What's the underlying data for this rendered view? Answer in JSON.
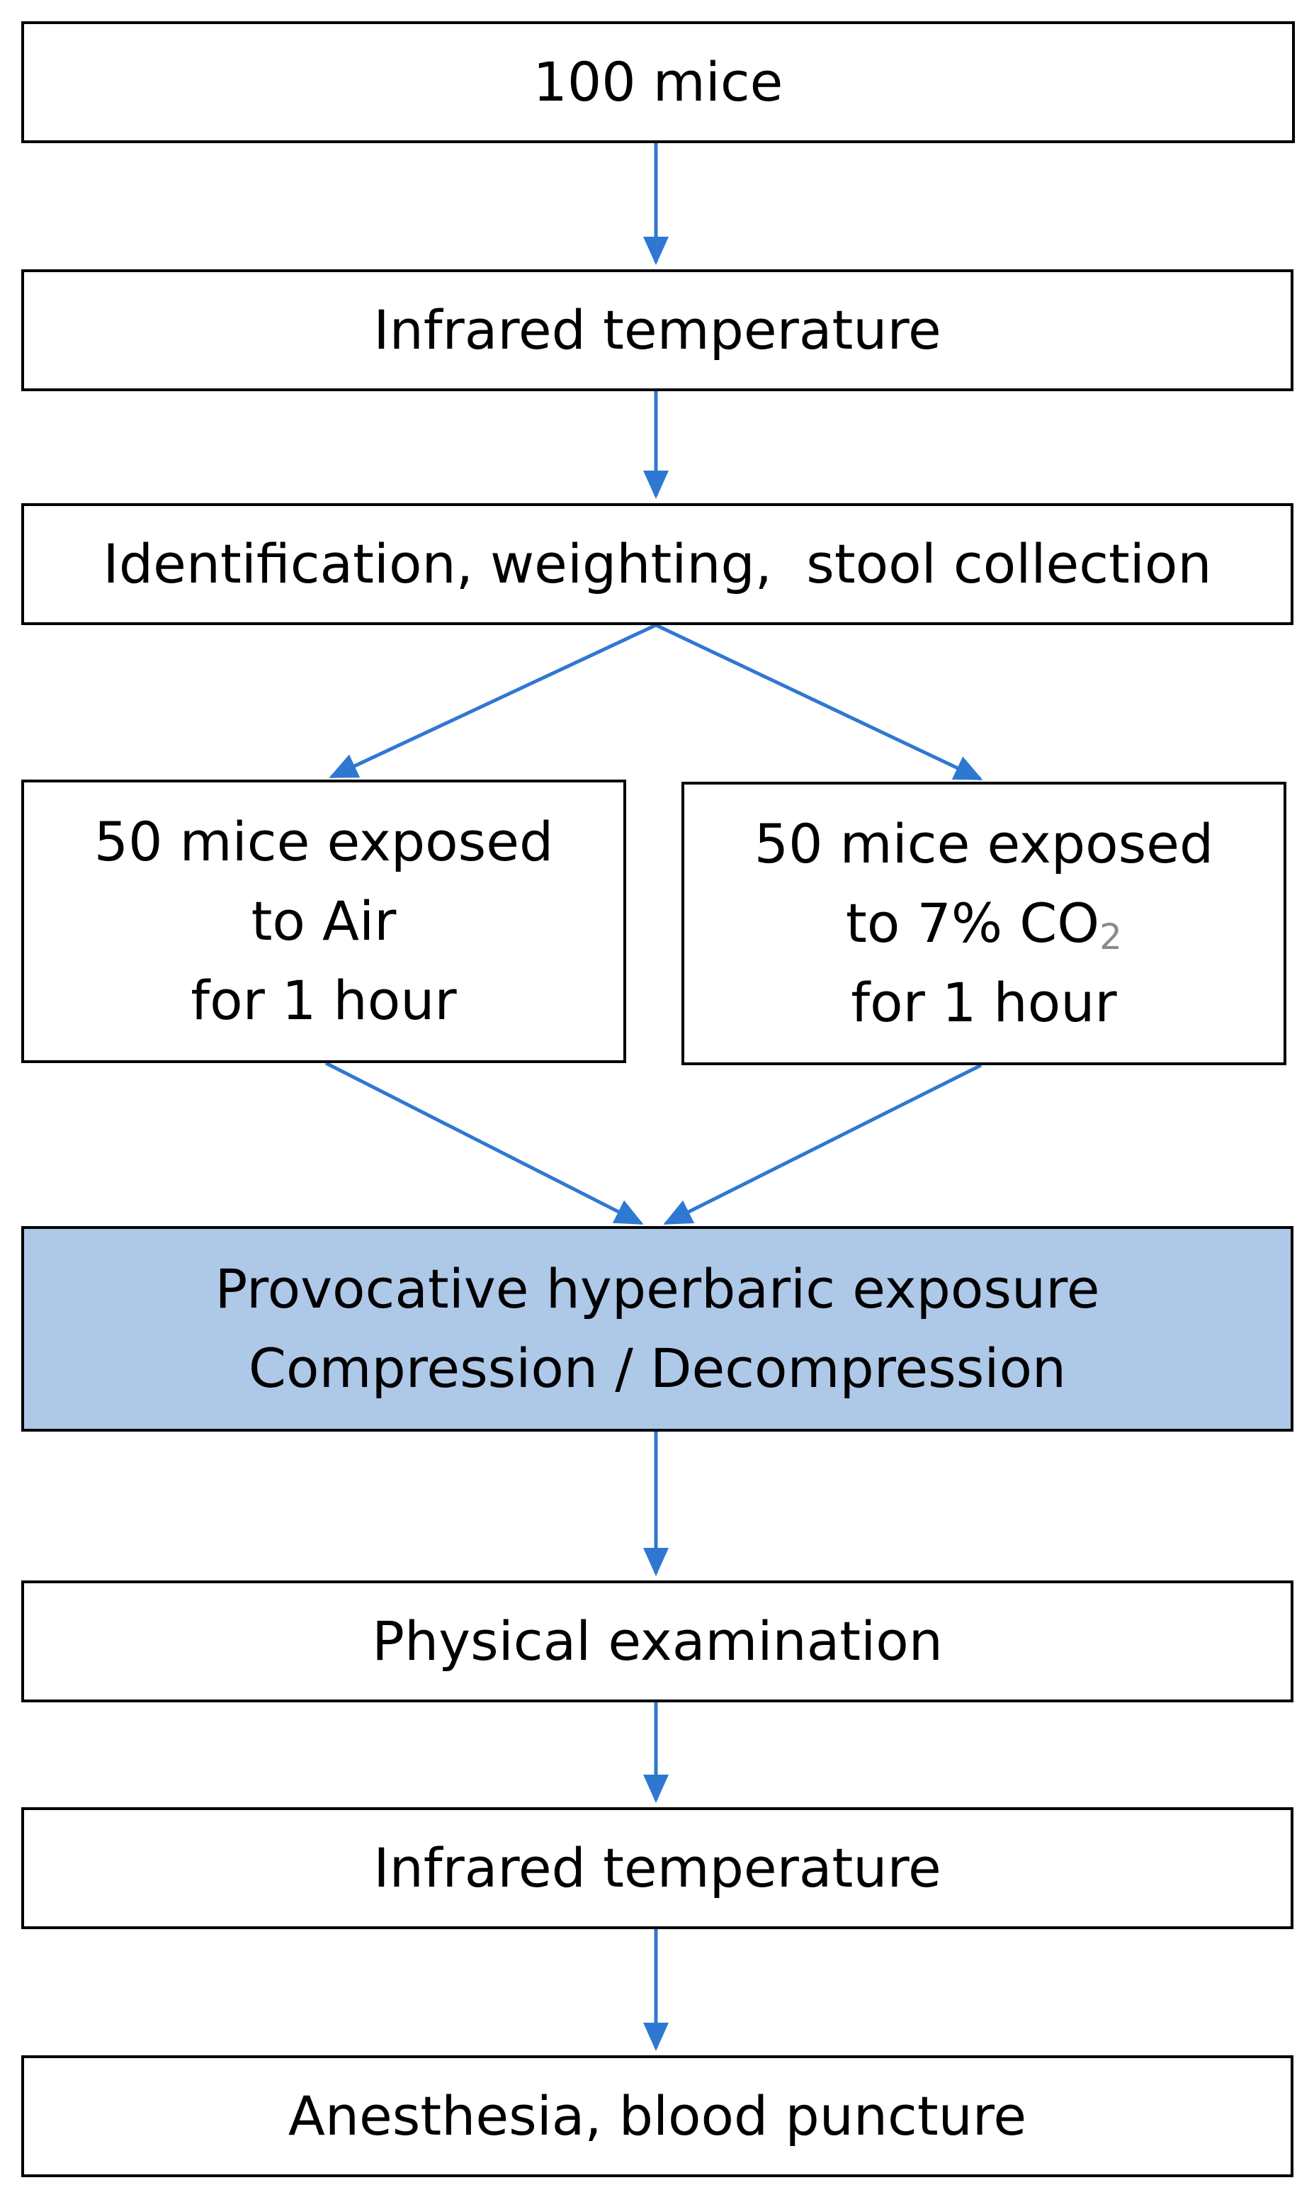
{
  "colors": {
    "arrow": "#2f78d2",
    "highlight_fill": "#aec8e8",
    "border": "#000000"
  },
  "steps": {
    "start": {
      "text": "100 mice"
    },
    "infrared_1": {
      "text": "Infrared temperature"
    },
    "identification": {
      "text": "Identification, weighting,  stool collection"
    },
    "air_group": {
      "line1": "50 mice exposed",
      "line2": "to Air",
      "line3": "for 1 hour"
    },
    "co2_group": {
      "line1": "50 mice exposed",
      "line2": "to 7% CO",
      "line2_sub": "2",
      "line3": "for 1 hour"
    },
    "hyperbaric": {
      "line1": "Provocative hyperbaric exposure",
      "line2": "Compression / Decompression"
    },
    "physical": {
      "text": "Physical examination"
    },
    "infrared_2": {
      "text": "Infrared temperature"
    },
    "anesthesia": {
      "text": "Anesthesia, blood puncture"
    }
  }
}
